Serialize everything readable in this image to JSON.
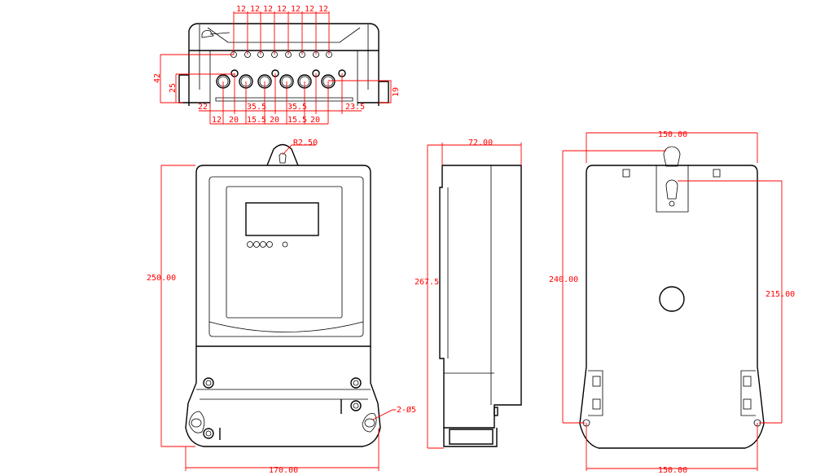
{
  "top_view": {
    "pitch_labels": [
      "12",
      "12",
      "12",
      "12",
      "12",
      "12",
      "12"
    ],
    "height_42": "42",
    "height_25": "25",
    "height_19": "19",
    "offset_22": "22",
    "spacing_35_5_a": "35.5",
    "spacing_35_5_b": "35.5",
    "offset_23_5": "23.5",
    "bottom_labels": [
      "12",
      "20",
      "15.5",
      "20",
      "15.5",
      "20"
    ]
  },
  "front_view": {
    "radius_label": "R2.50",
    "height_label": "250.00",
    "width_label": "170.00",
    "hole_label": "2-Ø5"
  },
  "side_view": {
    "depth_label": "72.00",
    "height_label": "267.5"
  },
  "back_view": {
    "top_width_label": "150.00",
    "height_240_label": "240.00",
    "height_215_label": "215.00",
    "bottom_width_label": "150.00"
  },
  "colors": {
    "dimension": "#ff0000",
    "outline": "#000000"
  }
}
